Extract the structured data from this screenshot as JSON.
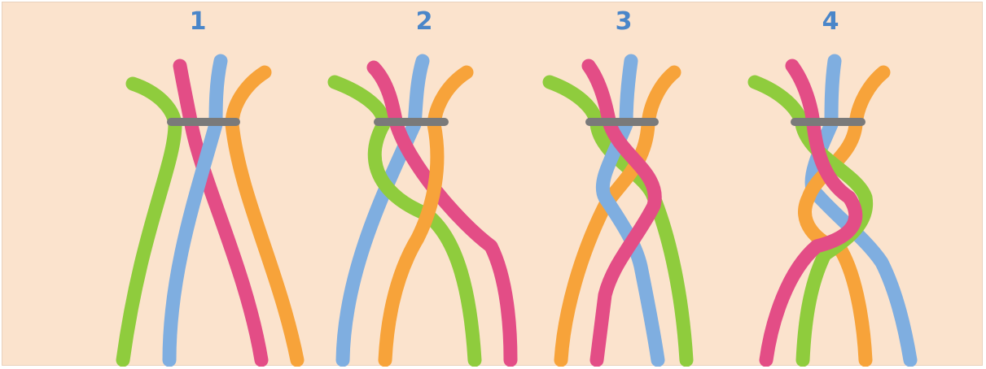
{
  "steps": [
    {
      "number": "1"
    },
    {
      "number": "2"
    },
    {
      "number": "3"
    },
    {
      "number": "4"
    }
  ],
  "colors": {
    "background": "#fbe3cd",
    "number": "#4a86c9",
    "green": "#8fcc3d",
    "pink": "#e34d86",
    "blue": "#7faee0",
    "orange": "#f7a33a",
    "binding": "#7a7a7a"
  }
}
